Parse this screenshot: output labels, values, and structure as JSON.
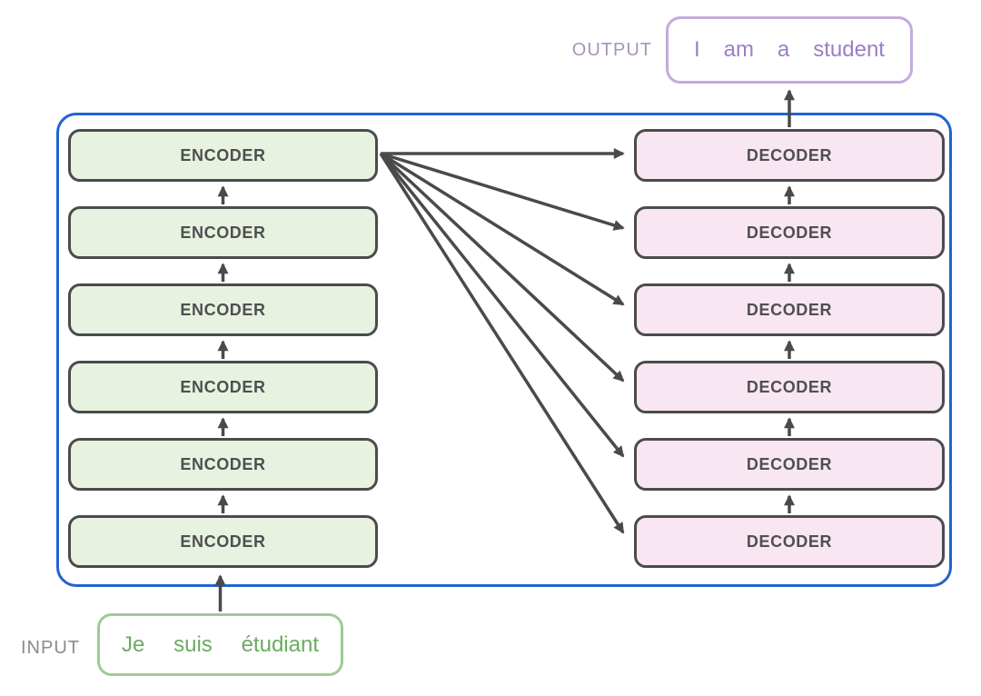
{
  "diagram": {
    "title": "transformer-encoder-decoder-stack",
    "output": {
      "label": "OUTPUT",
      "tokens": [
        "I",
        "am",
        "a",
        "student"
      ]
    },
    "input": {
      "label": "INPUT",
      "tokens": [
        "Je",
        "suis",
        "étudiant"
      ]
    },
    "encoders": [
      {
        "label": "ENCODER"
      },
      {
        "label": "ENCODER"
      },
      {
        "label": "ENCODER"
      },
      {
        "label": "ENCODER"
      },
      {
        "label": "ENCODER"
      },
      {
        "label": "ENCODER"
      }
    ],
    "decoders": [
      {
        "label": "DECODER"
      },
      {
        "label": "DECODER"
      },
      {
        "label": "DECODER"
      },
      {
        "label": "DECODER"
      },
      {
        "label": "DECODER"
      },
      {
        "label": "DECODER"
      }
    ]
  },
  "colors": {
    "container_border": "#2262d3",
    "encoder_fill": "#e7f2e0",
    "encoder_border": "#4b4b4b",
    "decoder_fill": "#f8e6f2",
    "box_label": "#4f4f4f",
    "arrow": "#4a4a4a",
    "output_border": "#c3abdd",
    "output_text": "#9b7ec4",
    "output_label": "#a793bb",
    "input_border": "#9dcc95",
    "input_text": "#6cab62",
    "input_label": "#868f86"
  }
}
